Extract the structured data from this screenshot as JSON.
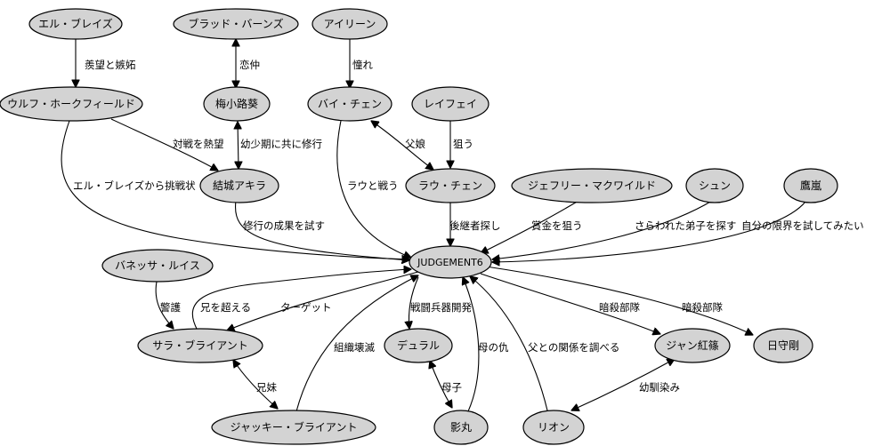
{
  "nodes": {
    "el": "エル・ブレイズ",
    "brad": "ブラッド・バーンズ",
    "irene": "アイリーン",
    "wolf": "ウルフ・ホークフィールド",
    "mei": "梅小路葵",
    "bai": "バイ・チェン",
    "leifei": "レイフェイ",
    "akira": "結城アキラ",
    "lau": "ラウ・チェン",
    "jeffrey": "ジェフリー・マクワイルド",
    "shun": "シュン",
    "taka": "鷹嵐",
    "j6": "JUDGEMENT6",
    "vanessa": "バネッサ・ルイス",
    "sarah": "サラ・ブライアント",
    "dural": "デュラル",
    "jann": "ジャン紅篠",
    "hikaru": "日守剛",
    "jacky": "ジャッキー・ブライアント",
    "kage": "影丸",
    "lion": "リオン"
  },
  "edges": {
    "el_wolf": "羨望と嫉妬",
    "brad_mei": "恋仲",
    "irene_bai": "憧れ",
    "wolf_akira": "対戦を熱望",
    "mei_akira": "幼少期に共に修行",
    "bai_lau": "父娘",
    "leifei_lau": "狙う",
    "wolf_j6": "エル・ブレイズから挑戦状",
    "akira_j6": "修行の成果を試す",
    "bai_j6": "ラウと戦う",
    "lau_j6": "後継者探し",
    "jeffrey_j6": "賞金を狙う",
    "shun_j6": "さらわれた弟子を探す",
    "taka_j6": "自分の限界を試してみたい",
    "vanessa_sarah": "警護",
    "sarah_j6": "兄を超える",
    "j6_sarah": "ターゲット",
    "jacky_j6": "組織壊滅",
    "j6_dural": "戦闘兵器開発",
    "kage_j6": "母の仇",
    "lion_j6": "父との関係を調べる",
    "j6_jann": "暗殺部隊",
    "j6_hikaru": "暗殺部隊",
    "sarah_jacky": "兄妹",
    "dural_kage": "母子",
    "jann_lion": "幼馴染み"
  }
}
